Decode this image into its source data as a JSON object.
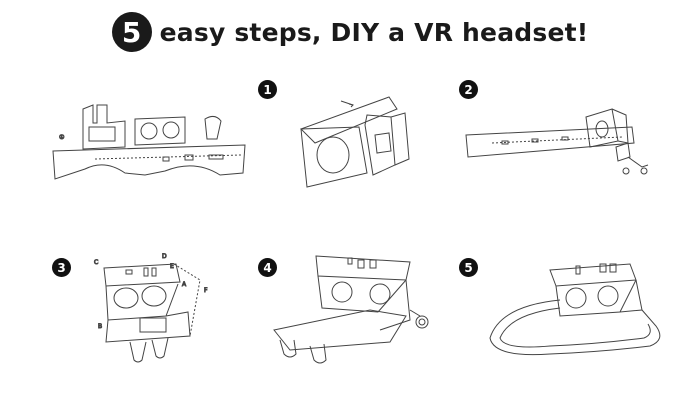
{
  "header": {
    "step_count": "5",
    "title": "easy steps, DIY a VR headset!"
  },
  "steps": [
    {
      "number": "1"
    },
    {
      "number": "2"
    },
    {
      "number": "3"
    },
    {
      "number": "4"
    },
    {
      "number": "5"
    }
  ],
  "diagram_labels": {
    "step0_a": "①",
    "step3": [
      "C",
      "D",
      "E",
      "F",
      "A",
      "B"
    ]
  }
}
